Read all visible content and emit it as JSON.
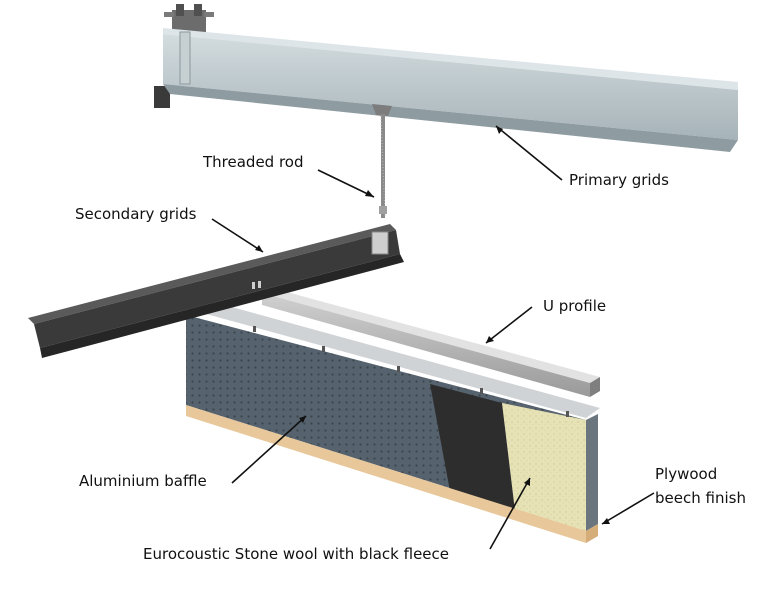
{
  "labels": {
    "threaded_rod": "Threaded rod",
    "primary_grids": "Primary grids",
    "secondary_grids": "Secondary grids",
    "u_profile": "U profile",
    "aluminium_baffle": "Aluminium baffle",
    "plywood_line1": "Plywood",
    "plywood_line2": "beech finish",
    "stone_wool": "Eurocoustic Stone wool with black fleece"
  },
  "colors": {
    "primary_grid": "#b9c4c9",
    "secondary_grid": "#3c3c3c",
    "u_profile": "#b3b3b3",
    "baffle": "#56636e",
    "black_fleece": "#2d2d2d",
    "stone_wool": "#e6e2b6",
    "plywood": "#e8c79a"
  }
}
